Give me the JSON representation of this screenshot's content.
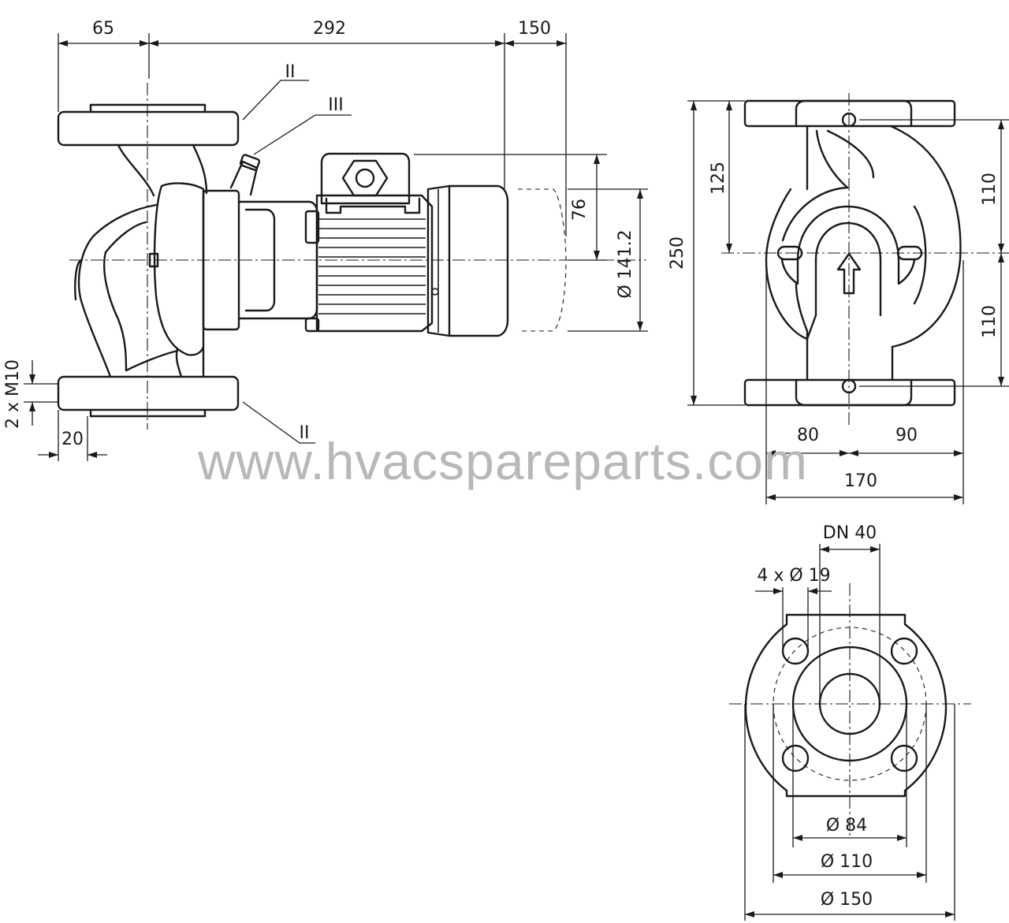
{
  "side_view": {
    "dim_65": "65",
    "dim_292": "292",
    "dim_150": "150",
    "dim_76": "76",
    "dim_141": "Ø 141.2",
    "dim_m10": "2 x M10",
    "dim_20": "20",
    "label_ii_top": "II",
    "label_iii": "III",
    "label_ii_bottom": "II"
  },
  "front_view": {
    "dim_250": "250",
    "dim_125": "125",
    "dim_110_upper": "110",
    "dim_110_lower": "110",
    "dim_80": "80",
    "dim_90": "90",
    "dim_170": "170"
  },
  "flange_view": {
    "dim_dn": "DN 40",
    "dim_holes": "4 x Ø 19",
    "dim_84": "Ø 84",
    "dim_110": "Ø 110",
    "dim_150": "Ø 150"
  },
  "watermark": "www.hvacspareparts.com"
}
